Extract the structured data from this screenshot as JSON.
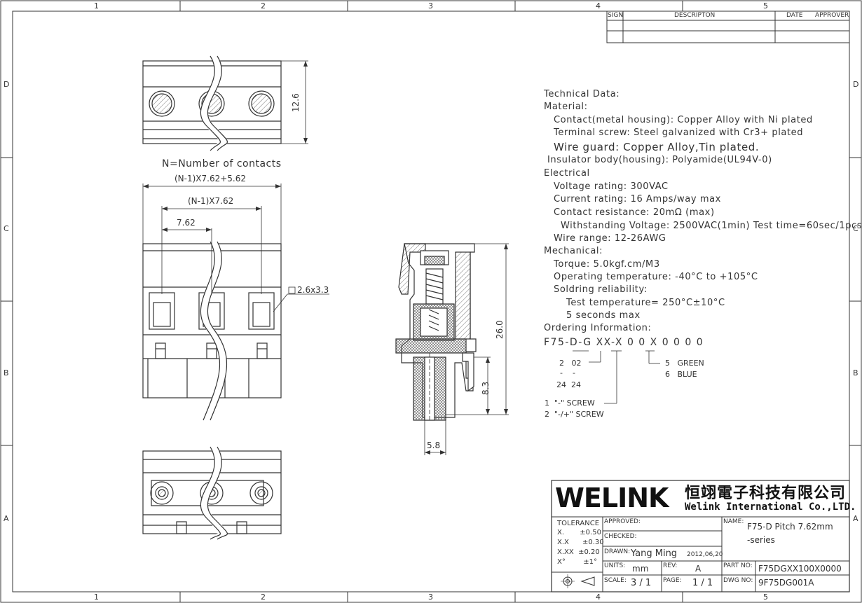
{
  "border": {
    "zones_top": [
      "1",
      "2",
      "3",
      "4",
      "5"
    ],
    "zones_bottom": [
      "1",
      "2",
      "3",
      "4",
      "5"
    ],
    "zones_left": [
      "D",
      "C",
      "B",
      "A"
    ],
    "zones_right": [
      "D",
      "C",
      "B",
      "A"
    ]
  },
  "revision_table": {
    "headers": [
      "SIGN",
      "DESCRIPTON",
      "DATE",
      "APPROVER"
    ]
  },
  "dimensions": {
    "top_height": "12.6",
    "n_label": "N=Number of contacts",
    "overall": "(N-1)X7.62+5.62",
    "span": "(N-1)X7.62",
    "pitch": "7.62",
    "wire_hole": "2.6x3.3",
    "side_height": "26.0",
    "pin_height": "8.3",
    "pin_width": "5.8"
  },
  "tech": {
    "lines": [
      "Technical Data:",
      "Material:",
      "Contact(metal housing): Copper Alloy with Ni plated",
      "Terminal screw: Steel galvanized with Cr3+ plated",
      "Wire guard: Copper Alloy,Tin plated.",
      "Insulator body(housing): Polyamide(UL94V-0)",
      "Electrical",
      "Voltage rating: 300VAC",
      "Current rating: 16 Amps/way max",
      "Contact resistance: 20mΩ (max)",
      "Withstanding Voltage: 2500VAC(1min) Test time=60sec/1pcs",
      "Wire range: 12-26AWG",
      "Mechanical:",
      "Torque: 5.0kgf.cm/M3",
      "Operating temperature: -40°C to +105°C",
      "Soldring reliability:",
      "Test temperature= 250°C±10°C",
      "5 seconds max",
      "Ordering Information:"
    ],
    "order_code": "F75-D-G XX-X 0 0 X 0 0 0 0",
    "opt_pins_a": "2   02",
    "opt_pins_b": "-    -",
    "opt_pins_c": "24  24",
    "opt_color_a": "5   GREEN",
    "opt_color_b": "6   BLUE",
    "opt_screw_a": "1  \"-\" SCREW",
    "opt_screw_b": "2  \"-/+\" SCREW"
  },
  "title_block": {
    "logo": "WELINK",
    "company_cn": "恒翊電子科技有限公司",
    "company_en": "Welink International Co.,LTD.",
    "tolerance_label": "TOLERANCE",
    "tol": [
      "X.       ±0.50",
      "X.X      ±0.30",
      "X.XX  ±0.20",
      "X°        ±1°"
    ],
    "approved_label": "APPROVED:",
    "checked_label": "CHECKED:",
    "drawn_label": "DRAWN:",
    "drawn_by": "Yang Ming",
    "drawn_date": "2012,06,20",
    "units_label": "UNITS:",
    "units": "mm",
    "rev_label": "REV:",
    "rev": "A",
    "scale_label": "SCALE:",
    "scale": "3 / 1",
    "page_label": "PAGE:",
    "page": "1 / 1",
    "name_label": "NAME:",
    "name_1": "F75-D  Pitch 7.62mm",
    "name_2": "-series",
    "part_label": "PART NO:",
    "part_no": "F75DGXX100X0000",
    "dwg_label": "DWG NO:",
    "dwg_no": "9F75DG001A"
  }
}
